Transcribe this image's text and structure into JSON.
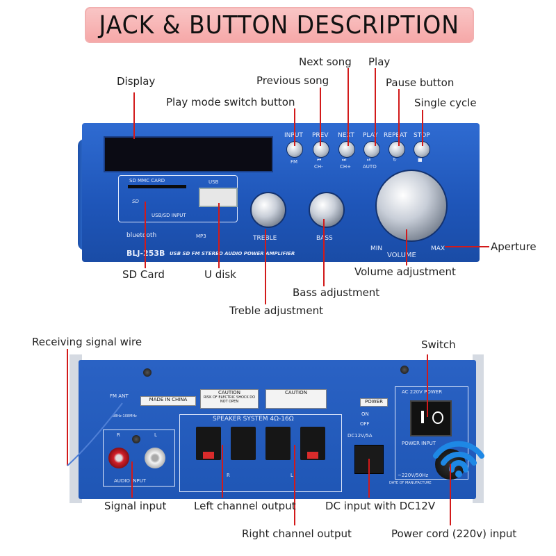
{
  "title": "JACK & BUTTON DESCRIPTION",
  "front_callouts": {
    "display": "Display",
    "play_mode": "Play mode switch button",
    "previous_song": "Previous song",
    "next_song": "Next song",
    "play": "Play",
    "pause_button": "Pause button",
    "single_cycle": "Single cycle",
    "aperture": "Aperture",
    "volume_adjustment": "Volume adjustment",
    "sd_card": "SD Card",
    "u_disk": "U disk",
    "bass_adjustment": "Bass adjustment",
    "treble_adjustment": "Treble adjustment"
  },
  "back_callouts": {
    "receiving_signal_wire": "Receiving signal wire",
    "switch": "Switch",
    "signal_input": "Signal input",
    "left_channel_output": "Left channel output",
    "dc_input": "DC input with DC12V",
    "right_channel_output": "Right channel output",
    "power_cord": "Power cord (220v) input"
  },
  "front_panel": {
    "buttons": [
      {
        "top": "INPUT",
        "bottom": "FM"
      },
      {
        "top": "PREV",
        "bottom": "CH-"
      },
      {
        "top": "NEXT",
        "bottom": "CH+"
      },
      {
        "top": "PLAY",
        "bottom": "AUTO"
      },
      {
        "top": "REPEAT",
        "bottom": ""
      },
      {
        "top": "STOP",
        "bottom": ""
      }
    ],
    "sd_mmc_card": "SD MMC CARD",
    "usb": "USB",
    "usb_sd_input": "USB/SD INPUT",
    "bluetooth": "bluetooth",
    "mp3": "MP3",
    "treble": "TREBLE",
    "bass": "BASS",
    "volume": "VOLUME",
    "min": "MIN",
    "max": "MAX",
    "model": "BLJ-253B",
    "subtitle": "USB SD FM STEREO AUDIO POWER AMPLIFIER"
  },
  "back_panel": {
    "fm_ant": "FM ANT",
    "fm_range": "88Hz-108MHz",
    "made_in_china": "MADE IN CHINA",
    "caution": "CAUTION",
    "caution_text": "RISK OF ELECTRIC SHOCK DO NOT OPEN",
    "speaker_system": "SPEAKER SYSTEM 4Ω-16Ω",
    "audio_input": "AUDIO INPUT",
    "r": "R",
    "l": "L",
    "power": "POWER",
    "on": "ON",
    "off": "OFF",
    "dc_rating": "DC12V/5A",
    "ac_power": "AC 220V POWER",
    "power_input": "POWER INPUT",
    "ac_rating": "~220V/50Hz",
    "date_of_manufacture": "DATE OF MANUFACTURE"
  },
  "colors": {
    "panel_blue": "#1f56b5",
    "leader_red": "#d21a1a",
    "banner_pink": "#f6a7a7",
    "wifi_blue": "#1e88e5"
  }
}
